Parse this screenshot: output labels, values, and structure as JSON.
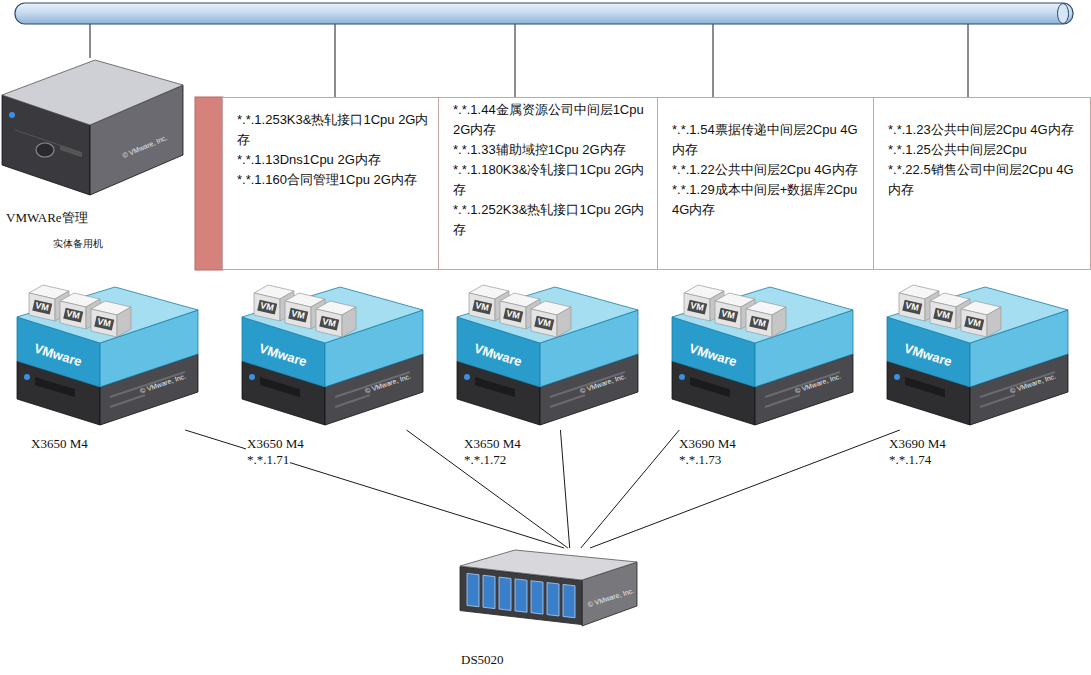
{
  "diagram": {
    "nodes": [
      {
        "text": [
          "VMWARe管理",
          "实体备用机"
        ]
      },
      {
        "text": [
          "*.*.1.253K3&热轧接口1Cpu 2G内存",
          "*.*.1.13Dns1Cpu 2G内存",
          "*.*.1.160合同管理1Cpu 2G内存"
        ]
      },
      {
        "text": [
          "*.*.1.44金属资源公司中间层1Cpu 2G内存",
          "*.*.1.33辅助域控1Cpu 2G内存",
          "*.*.1.180K3&冷轧接口1Cpu 2G内存",
          "*.*.1.252K3&热轧接口1Cpu 2G内存"
        ]
      },
      {
        "text": [
          "*.*.1.54票据传递中间层2Cpu 4G内存",
          "*.*.1.22公共中间层2Cpu 4G内存",
          "*.*.1.29成本中间层+数据库2Cpu 4G内存"
        ]
      },
      {
        "text": [
          "*.*.1.23公共中间层2Cpu 4G内存",
          "*.*.1.25公共中间层2Cpu",
          "*.*.22.5销售公司中间层2Cpu 4G内存"
        ]
      },
      {
        "text": [
          "X3650 M4"
        ]
      },
      {
        "text": [
          "X3650 M4",
          "*.*.1.71"
        ]
      },
      {
        "text": [
          "X3650 M4",
          "*.*.1.72"
        ]
      },
      {
        "text": [
          "X3690 M4",
          "*.*.1.73"
        ]
      },
      {
        "text": [
          "X3690 M4",
          "*.*.1.74"
        ]
      },
      {
        "text": [
          "DS5020"
        ]
      }
    ],
    "edges": [
      {
        "from": 5,
        "to": 10,
        "arrow": "none"
      },
      {
        "from": 6,
        "to": 10,
        "arrow": "none"
      },
      {
        "from": 7,
        "to": 10,
        "arrow": "none"
      },
      {
        "from": 8,
        "to": 10,
        "arrow": "none"
      },
      {
        "from": 9,
        "to": 10,
        "arrow": "none"
      }
    ],
    "labels": [
      "VM",
      "VM",
      "VM",
      "VMware",
      "© VMware, Inc.",
      "VM",
      "VM",
      "VM",
      "VMware",
      "© VMware, Inc.",
      "VM",
      "VM",
      "VM",
      "VMware",
      "© VMware, Inc.",
      "VM",
      "VM",
      "VM",
      "VMware",
      "© VMware, Inc.",
      "VM",
      "VM",
      "VM",
      "VMware",
      "© VMware, Inc.",
      "© VMware, Inc.",
      "© VMware, Inc."
    ]
  }
}
